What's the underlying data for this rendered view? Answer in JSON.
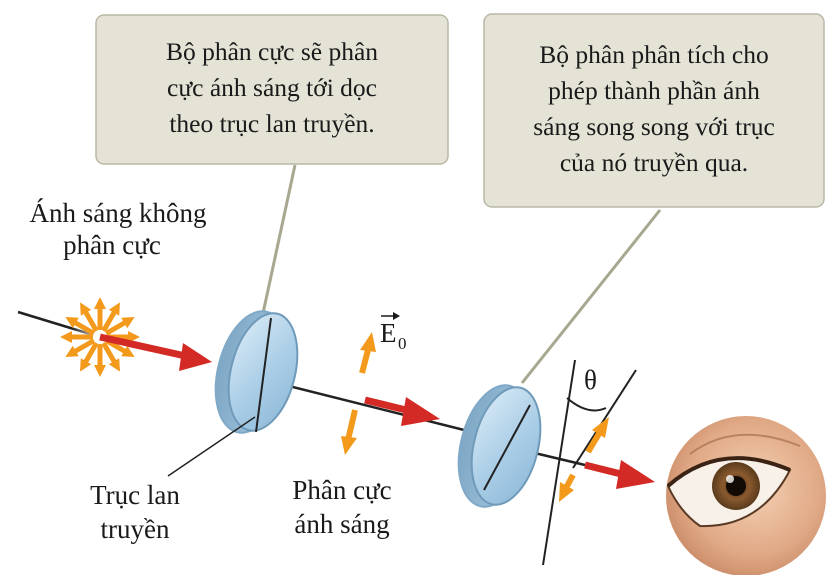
{
  "callouts": {
    "polarizer": {
      "lines": [
        "Bộ phân cực sẽ phân",
        "cực ánh sáng tới dọc",
        "theo trục lan truyền."
      ]
    },
    "analyzer": {
      "lines": [
        "Bộ phân phân tích cho",
        "phép thành phần ánh",
        "sáng song song với trục",
        "của nó truyền qua."
      ]
    }
  },
  "labels": {
    "unpolarized": [
      "Ánh sáng không",
      "phân cực"
    ],
    "transmission_axis": [
      "Trục lan",
      "truyền"
    ],
    "polarized_light": [
      "Phân cực",
      "ánh sáng"
    ],
    "field_symbol": "E",
    "field_subscript": "0",
    "angle_symbol": "θ"
  },
  "colors": {
    "callout_fill": "#e4e3d6",
    "callout_border": "#b9b8a6",
    "beam_arrow": "#d42a25",
    "vector_arrow": "#f39a1c",
    "lens_fill": "#b8d6ea",
    "lens_edge": "#7fa9c7"
  }
}
